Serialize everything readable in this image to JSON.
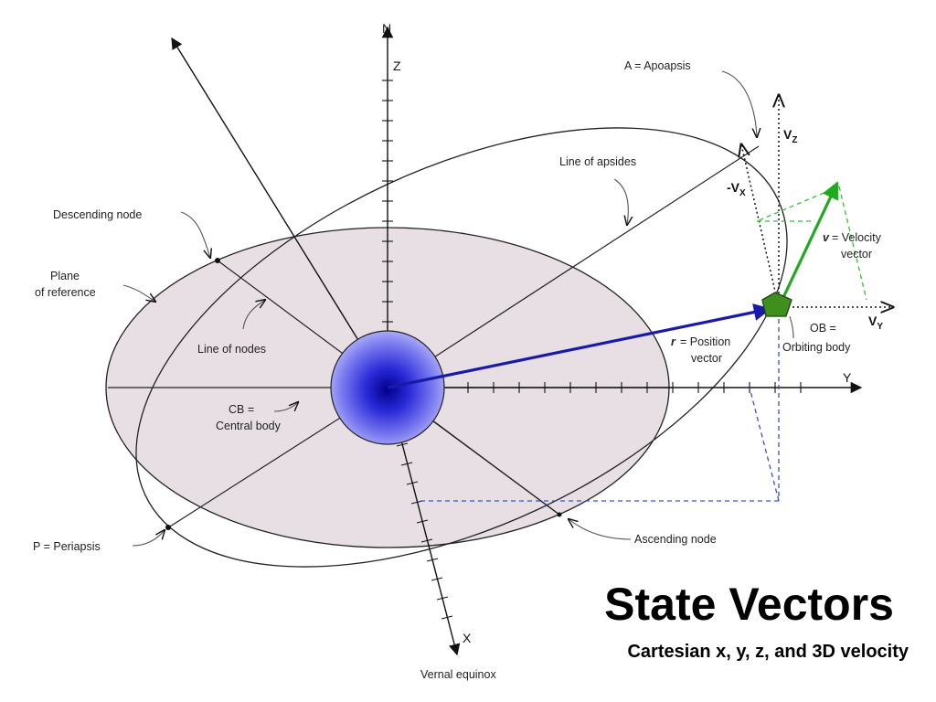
{
  "title": "State Vectors",
  "subtitle": "Cartesian x, y, z, and 3D velocity",
  "labels": {
    "n": "N",
    "z": "Z",
    "y": "Y",
    "x": "X",
    "apoapsis": "A = Apoapsis",
    "line_of_apsides": "Line of apsides",
    "descending_node": "Descending node",
    "plane_line1": "Plane",
    "plane_line2": "of reference",
    "line_of_nodes": "Line of nodes",
    "cb_line1": "CB =",
    "cb_line2": "Central  body",
    "periapsis": "P = Periapsis",
    "ascending_node": "Ascending node",
    "vernal_equinox": "Vernal equinox",
    "position_line1": "= Position",
    "position_line2": "vector",
    "position_symbol": "r",
    "velocity_line1": "= Velocity",
    "velocity_line2": "vector",
    "velocity_symbol": "v",
    "ob_line1": "OB =",
    "ob_line2": "Orbiting body",
    "vz": "V",
    "vz_sub": "Z",
    "vy": "V",
    "vy_sub": "Y",
    "neg_vx": "-V",
    "neg_vx_sub": "X"
  },
  "colors": {
    "plane_fill": "#e8dfe5",
    "position_vector": "#1a1aa8",
    "velocity_vector": "#1faa1f",
    "orbiting_body": "#3f8f1f",
    "central_body": "#2b2bd6",
    "projection_blue": "#3a4fd8",
    "projection_green": "#32c032"
  }
}
